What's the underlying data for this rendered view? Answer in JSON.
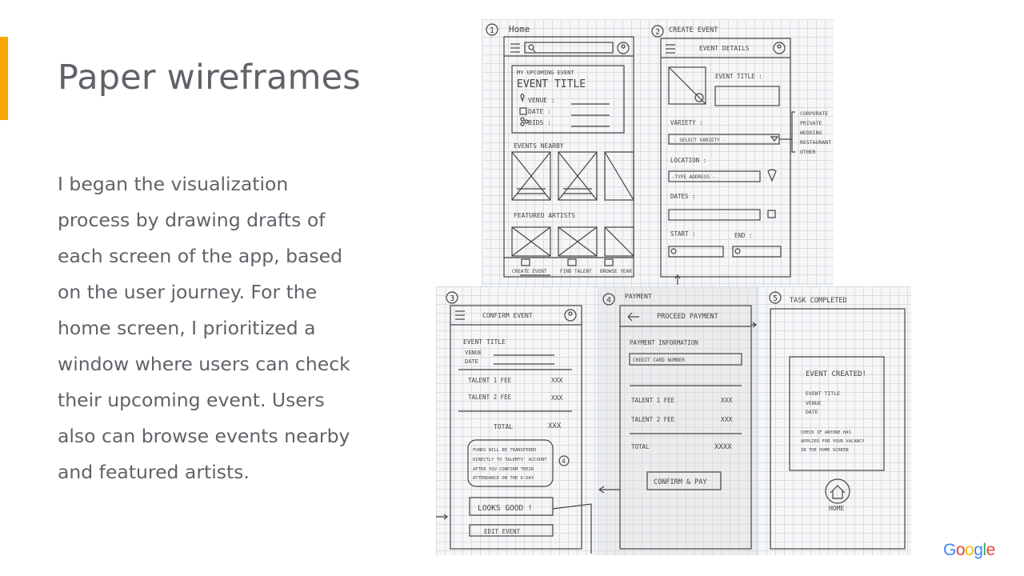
{
  "slide": {
    "title": "Paper wireframes",
    "body": "I began the visualization process by drawing drafts of each screen of the app, based on the user journey. For the home screen, I prioritized a window where users can check their upcoming event. Users also can browse events nearby and featured artists.",
    "accent_color": "#f9a505",
    "text_color": "#5f6368"
  },
  "sketches": {
    "top": {
      "home": {
        "num": "1",
        "label": "Home",
        "upcoming": "MY UPCOMING EVENT",
        "event_title": "EVENT TITLE",
        "venue": "VENUE :",
        "date": "DATE :",
        "bids": "BIDS :",
        "nearby": "EVENTS NEARBY",
        "featured": "FEATURED ARTISTS",
        "nav_create": "CREATE EVENT",
        "nav_find": "FIND TALENT",
        "nav_browse": "BROWSE YEAR"
      },
      "create": {
        "num": "2",
        "label": "CREATE EVENT",
        "header": "EVENT DETAILS",
        "event_title": "EVENT TITLE :",
        "variety": "VARIETY :",
        "select_variety": "- SELECT VARIETY -",
        "location": "LOCATION :",
        "type_address": "-TYPE ADDRESS -",
        "dates": "DATES :",
        "start": "START :",
        "end": "END :",
        "options": [
          "CORPORATE",
          "PRIVATE",
          "WEDDING",
          "RESTAURANT",
          "OTHER"
        ]
      }
    },
    "bottom": {
      "confirm": {
        "num": "3",
        "header": "CONFIRM EVENT",
        "event_title": "EVENT TITLE",
        "venue": "VENUE",
        "date": "DATE",
        "talent1": "TALENT 1 FEE",
        "talent2": "TALENT 2 FEE",
        "fee_val": "XXX",
        "total": "TOTAL",
        "total_val": "XXX",
        "note_lines": [
          "FUNDS WILL BE TRANSFERED",
          "DIRECTLY TO TALENTS' ACCOUNT",
          "AFTER YOU CONFIRM THEIR",
          "ATTENDANCE ON THE D-DAY"
        ],
        "note_num": "4",
        "looks_good": "LOOKS GOOD !",
        "edit_event": "EDIT EVENT"
      },
      "payment": {
        "num": "4",
        "label": "PAYMENT",
        "header": "PROCEED PAYMENT",
        "info": "PAYMENT INFORMATION",
        "card": "CREDIT CARD NUMBER",
        "talent1": "TALENT 1 FEE",
        "talent2": "TALENT 2 FEE",
        "fee_val": "XXX",
        "total": "TOTAL",
        "total_val": "XXXX",
        "confirm_pay": "CONFIRM & PAY"
      },
      "done": {
        "num": "5",
        "label": "TASK COMPLETED",
        "created": "EVENT CREATED!",
        "event_title": "EVENT TITLE",
        "venue": "VENUE",
        "date": "DATE",
        "check_lines": [
          "CHECK IF ANYONE HAS",
          "APPLIED FOR YOUR VACANCY",
          "IN THE HOME SCREEN"
        ],
        "home": "HOME"
      }
    }
  },
  "brand": {
    "logo_letters": [
      "G",
      "o",
      "o",
      "g",
      "l",
      "e"
    ],
    "logo_colors": [
      "#4285F4",
      "#EA4335",
      "#FBBC05",
      "#4285F4",
      "#34A853",
      "#EA4335"
    ]
  }
}
